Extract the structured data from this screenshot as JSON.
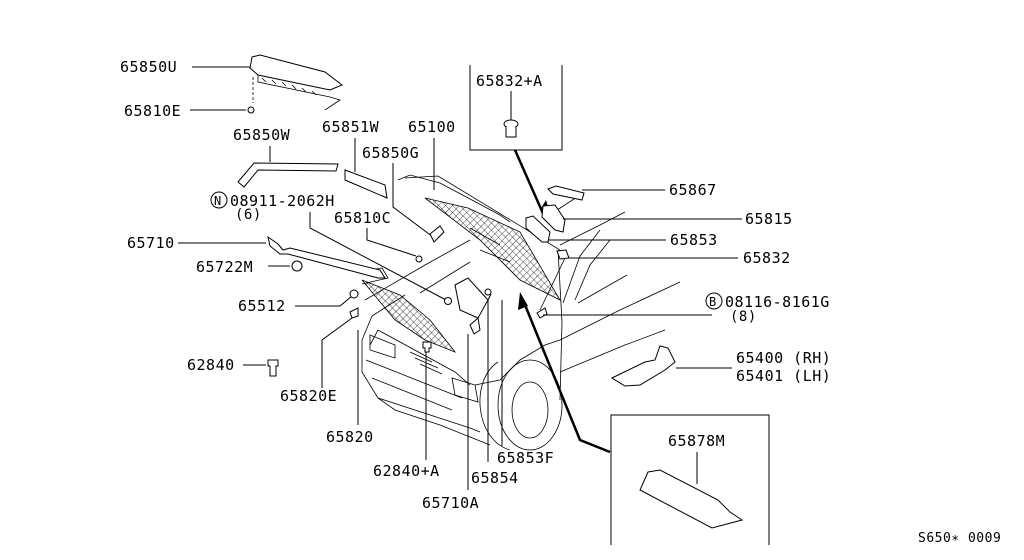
{
  "diagram": {
    "type": "exploded parts diagram",
    "subject": "Hood and hood fitting parts",
    "diagram_code": "S650∗ 0009",
    "callouts": [
      {
        "id": "65850U",
        "label": "65850U"
      },
      {
        "id": "65810E",
        "label": "65810E"
      },
      {
        "id": "65850W",
        "label": "65850W"
      },
      {
        "id": "65851W",
        "label": "65851W"
      },
      {
        "id": "65100",
        "label": "65100"
      },
      {
        "id": "65850G",
        "label": "65850G"
      },
      {
        "id": "08911-2062H",
        "label": "08911-2062H",
        "prefix_symbol": "N",
        "quantity": "(6)"
      },
      {
        "id": "65810C",
        "label": "65810C"
      },
      {
        "id": "65710",
        "label": "65710"
      },
      {
        "id": "65722M",
        "label": "65722M"
      },
      {
        "id": "65512",
        "label": "65512"
      },
      {
        "id": "62840",
        "label": "62840"
      },
      {
        "id": "65820E",
        "label": "65820E"
      },
      {
        "id": "65820",
        "label": "65820"
      },
      {
        "id": "62840+A",
        "label": "62840+A"
      },
      {
        "id": "65710A",
        "label": "65710A"
      },
      {
        "id": "65854",
        "label": "65854"
      },
      {
        "id": "65853F",
        "label": "65853F"
      },
      {
        "id": "65832+A",
        "label": "65832+A"
      },
      {
        "id": "65867",
        "label": "65867"
      },
      {
        "id": "65815",
        "label": "65815"
      },
      {
        "id": "65853",
        "label": "65853"
      },
      {
        "id": "65832",
        "label": "65832"
      },
      {
        "id": "08116-8161G",
        "label": "08116-8161G",
        "prefix_symbol": "B",
        "quantity": "(8)"
      },
      {
        "id": "65400",
        "label": "65400 (RH)"
      },
      {
        "id": "65401",
        "label": "65401 (LH)"
      },
      {
        "id": "65878M",
        "label": "65878M"
      }
    ]
  }
}
